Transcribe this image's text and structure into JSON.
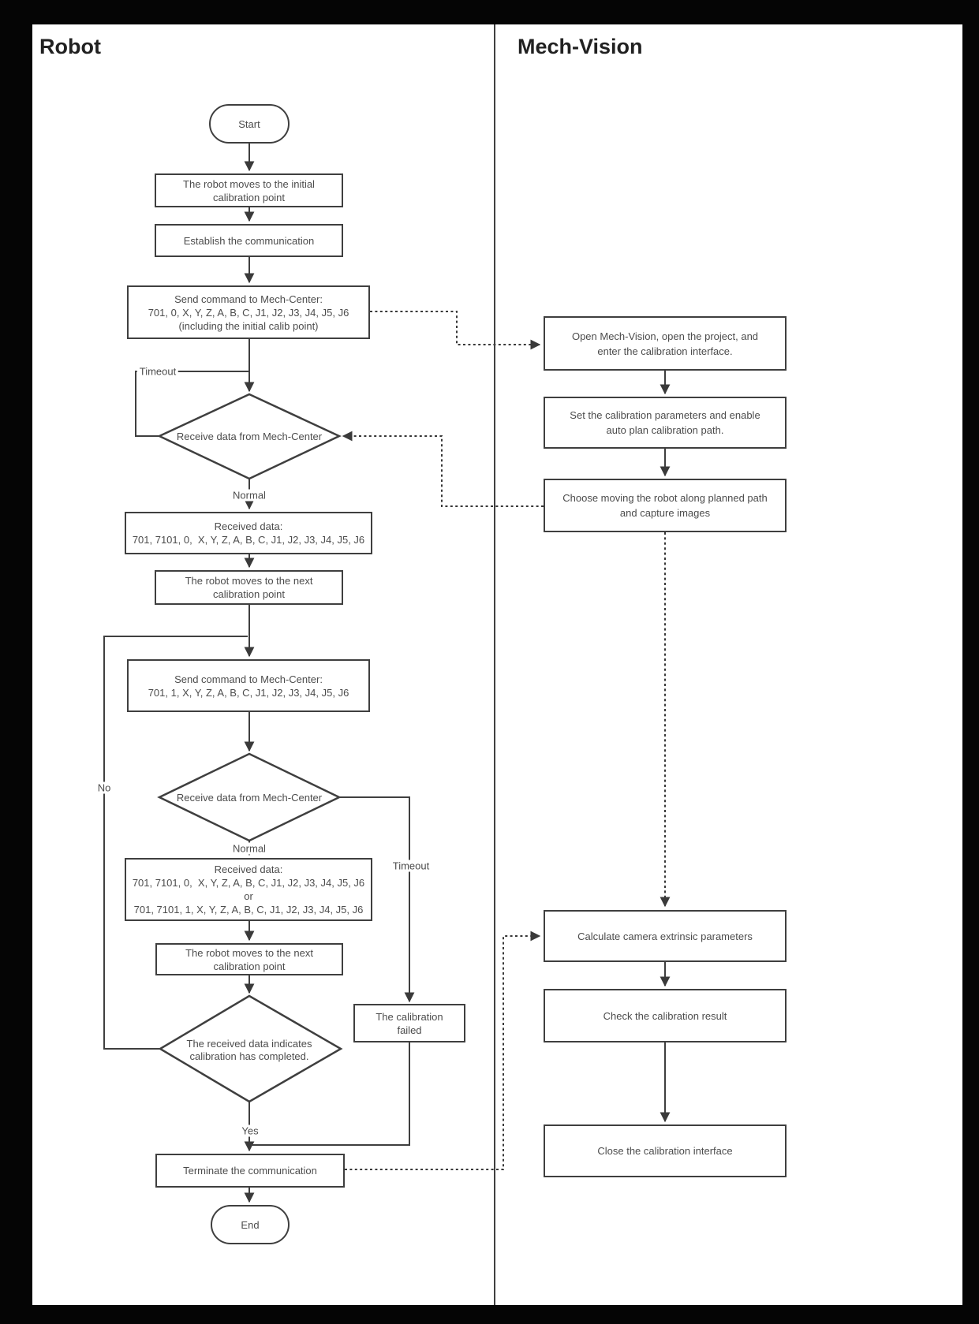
{
  "page": {
    "robot_lane_title": "Robot",
    "mech_vision_lane_title": "Mech-Vision"
  },
  "nodes": {
    "start": {
      "label": "Start"
    },
    "move_initial": {
      "line1": "The robot moves to the initial",
      "line2": "calibration point"
    },
    "establish": {
      "line1": "Establish the communication"
    },
    "send_cmd_initial": {
      "line1": "Send command to Mech-Center:",
      "line2": "701, 0, X, Y, Z, A, B, C, J1, J2, J3, J4, J5, J6",
      "line3": "(including the initial calib point)"
    },
    "receive_1": {
      "line1": "Receive data from Mech-Center"
    },
    "received_data_1": {
      "line1": "Received data:",
      "line2": "701, 7101, 0,  X, Y, Z, A, B, C, J1, J2, J3, J4, J5, J6"
    },
    "move_next_1": {
      "line1": "The robot moves to the next",
      "line2": "calibration point"
    },
    "send_cmd_next": {
      "line1": "Send command to Mech-Center:",
      "line2": "701, 1, X, Y, Z, A, B, C, J1, J2, J3, J4, J5, J6"
    },
    "receive_2": {
      "line1": "Receive data from Mech-Center"
    },
    "received_data_2": {
      "line1": "Received data:",
      "line2": "701, 7101, 0,  X, Y, Z, A, B, C, J1, J2, J3, J4, J5, J6",
      "line3": "or",
      "line4": "701, 7101, 1, X, Y, Z, A, B, C, J1, J2, J3, J4, J5, J6"
    },
    "move_next_2": {
      "line1": "The robot moves to the next",
      "line2": "calibration point"
    },
    "check_completed": {
      "line1": "The received data indicates",
      "line2": "calibration has completed."
    },
    "calib_failed": {
      "line1": "The calibration",
      "line2": "failed"
    },
    "terminate": {
      "line1": "Terminate the communication"
    },
    "end": {
      "label": "End"
    },
    "open_mech_vision": {
      "line1": "Open Mech-Vision, open the project, and",
      "line2": "enter the calibration interface."
    },
    "set_params": {
      "line1": "Set the calibration parameters and enable",
      "line2": "auto plan calibration path."
    },
    "choose_moving": {
      "line1": "Choose moving the robot along planned path",
      "line2": "and capture images"
    },
    "calculate": {
      "line1": "Calculate camera extrinsic parameters"
    },
    "check_result": {
      "line1": "Check the calibration result"
    },
    "close_interface": {
      "line1": "Close the calibration interface"
    }
  },
  "labels": {
    "timeout_1": "Timeout",
    "normal_1": "Normal",
    "no": "No",
    "timeout_2": "Timeout",
    "normal_2": "Normal",
    "yes": "Yes"
  },
  "colors": {
    "frame": "#000000",
    "background": "#ffffff",
    "line": "#3f3f3f",
    "text": "#4c4c4c",
    "title": "#212121"
  }
}
